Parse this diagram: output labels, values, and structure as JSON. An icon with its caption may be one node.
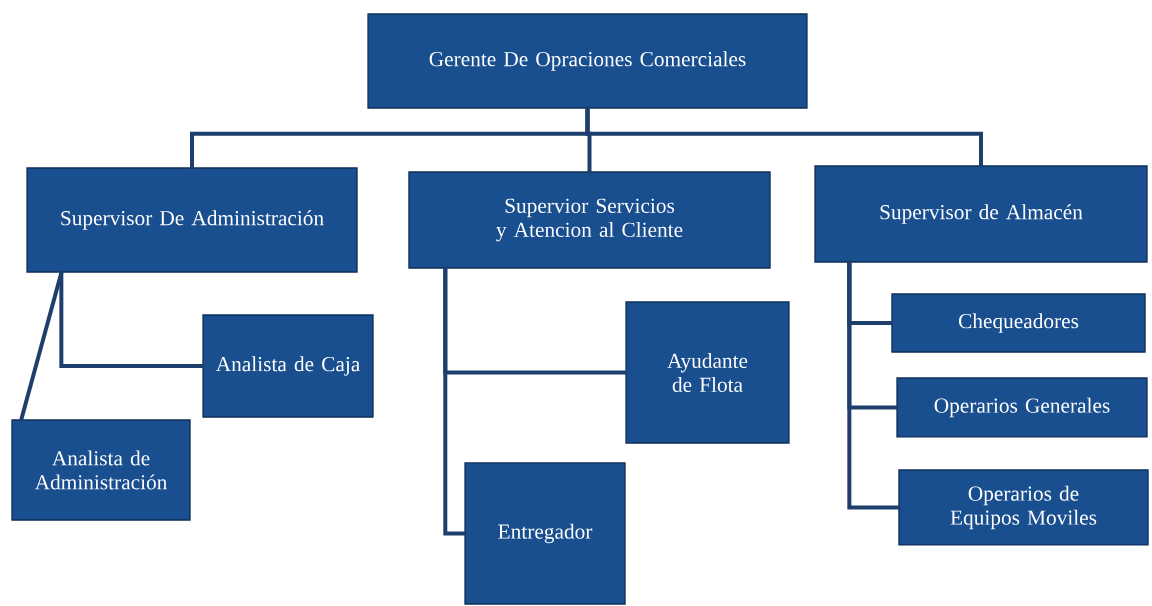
{
  "diagram": {
    "nodes": [
      {
        "text": [
          "Gerente De Opraciones Comerciales"
        ]
      },
      {
        "text": [
          "Supervisor De Administración"
        ]
      },
      {
        "text": [
          "Supervior Servicios y Atencion al Cliente"
        ]
      },
      {
        "text": [
          "Supervisor de Almacén"
        ]
      },
      {
        "text": [
          "Analista de Caja"
        ]
      },
      {
        "text": [
          "Analista de Administración"
        ]
      },
      {
        "text": [
          "Ayudante de Flota"
        ]
      },
      {
        "text": [
          "Entregador"
        ]
      },
      {
        "text": [
          "Chequeadores"
        ]
      },
      {
        "text": [
          "Operarios Generales"
        ]
      },
      {
        "text": [
          "Operarios de Equipos Moviles"
        ]
      }
    ],
    "edges": [
      {
        "from": 0,
        "to": 1,
        "arrow": "none"
      },
      {
        "from": 0,
        "to": 2,
        "arrow": "none"
      },
      {
        "from": 0,
        "to": 3,
        "arrow": "none"
      },
      {
        "from": 1,
        "to": 4,
        "arrow": "none"
      },
      {
        "from": 1,
        "to": 5,
        "arrow": "none"
      },
      {
        "from": 2,
        "to": 6,
        "arrow": "none"
      },
      {
        "from": 2,
        "to": 7,
        "arrow": "none"
      },
      {
        "from": 3,
        "to": 8,
        "arrow": "none"
      },
      {
        "from": 3,
        "to": 9,
        "arrow": "none"
      },
      {
        "from": 3,
        "to": 10,
        "arrow": "none"
      }
    ]
  }
}
